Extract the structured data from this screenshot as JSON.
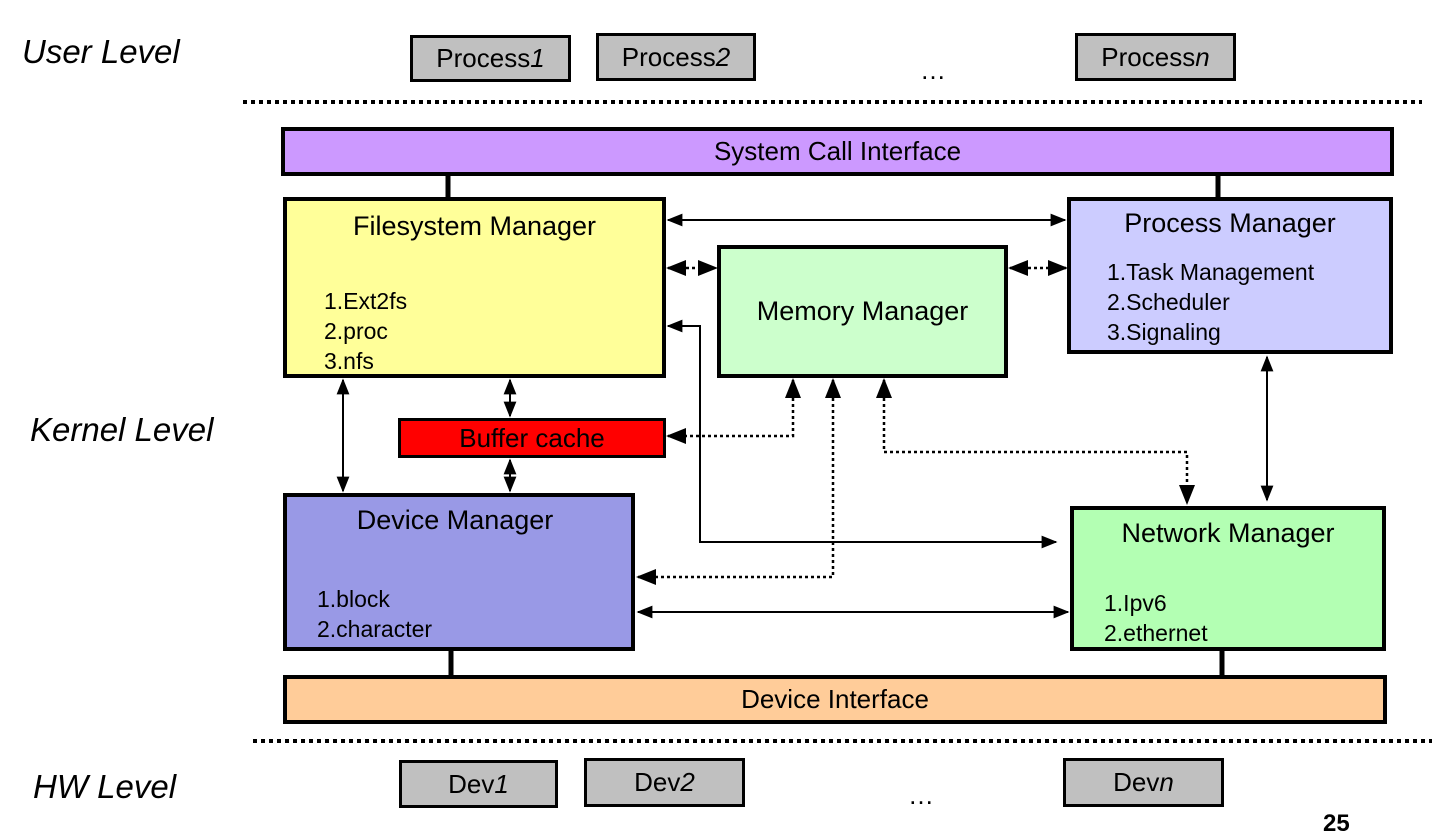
{
  "levels": {
    "user": "User Level",
    "kernel": "Kernel Level",
    "hw": "HW Level"
  },
  "processes": [
    {
      "base": "Process",
      "suffix": "1"
    },
    {
      "base": "Process",
      "suffix": "2"
    },
    {
      "base": "Process",
      "suffix": "n"
    }
  ],
  "devices": [
    {
      "base": "Dev",
      "suffix": "1"
    },
    {
      "base": "Dev",
      "suffix": "2"
    },
    {
      "base": "Dev",
      "suffix": "n"
    }
  ],
  "ellipsis": "…",
  "system_call_interface": "System Call Interface",
  "device_interface": "Device Interface",
  "buffer_cache": "Buffer cache",
  "filesystem_manager": {
    "title": "Filesystem Manager",
    "items": [
      "1.Ext2fs",
      "2.proc",
      "3.nfs"
    ]
  },
  "memory_manager": {
    "title": "Memory Manager"
  },
  "process_manager": {
    "title": "Process Manager",
    "items": [
      "1.Task Management",
      "2.Scheduler",
      "3.Signaling"
    ]
  },
  "device_manager": {
    "title": "Device Manager",
    "items": [
      "1.block",
      "2.character"
    ]
  },
  "network_manager": {
    "title": "Network Manager",
    "items": [
      "1.Ipv6",
      "2.ethernet"
    ]
  },
  "page_number": "25",
  "colors": {
    "syscall": "#cc99ff",
    "filesystem": "#ffff99",
    "memory": "#ccffcc",
    "process": "#ccccff",
    "buffer": "#ff0000",
    "device_mgr": "#9999e6",
    "network": "#b3ffb3",
    "device_if": "#ffcc99",
    "grey_box": "#c0c0c0"
  }
}
